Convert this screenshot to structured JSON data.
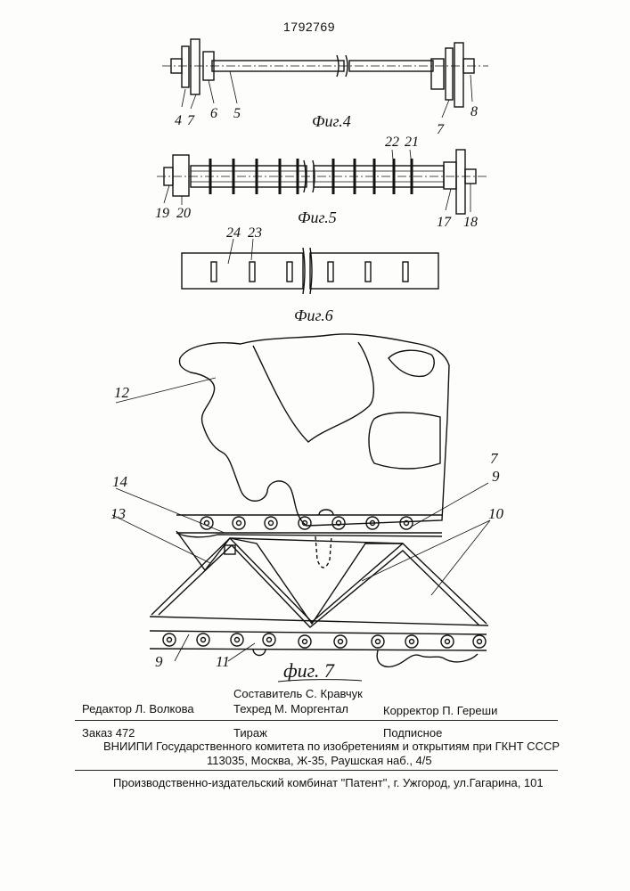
{
  "header": {
    "patent_number": "1792769"
  },
  "fig4": {
    "caption": "Фиг.4",
    "labels": [
      "4",
      "7",
      "6",
      "5",
      "7",
      "8"
    ]
  },
  "fig5": {
    "caption": "Фиг.5",
    "labels": [
      "22",
      "21",
      "19",
      "20",
      "17",
      "18"
    ]
  },
  "fig6": {
    "caption": "Фиг.6",
    "labels": [
      "24",
      "23"
    ]
  },
  "fig7": {
    "caption": "фиг. 7",
    "labels": [
      "12",
      "7",
      "14",
      "9",
      "13",
      "10",
      "9",
      "11"
    ]
  },
  "footer": {
    "editor": "Редактор  Л. Волкова",
    "composer": "Составитель  С. Кравчук",
    "techred": "Техред  М. Моргентал",
    "corrector": "Корректор  П. Гереши",
    "order": "Заказ  472",
    "tirazh": "Тираж",
    "podpisnoe": "Подписное",
    "org": "ВНИИПИ Государственного комитета по изобретениям и открытиям при ГКНТ СССР",
    "address": "113035, Москва, Ж-35, Раушская наб., 4/5",
    "printer": "Производственно-издательский комбинат \"Патент\", г. Ужгород, ул.Гагарина, 101"
  }
}
